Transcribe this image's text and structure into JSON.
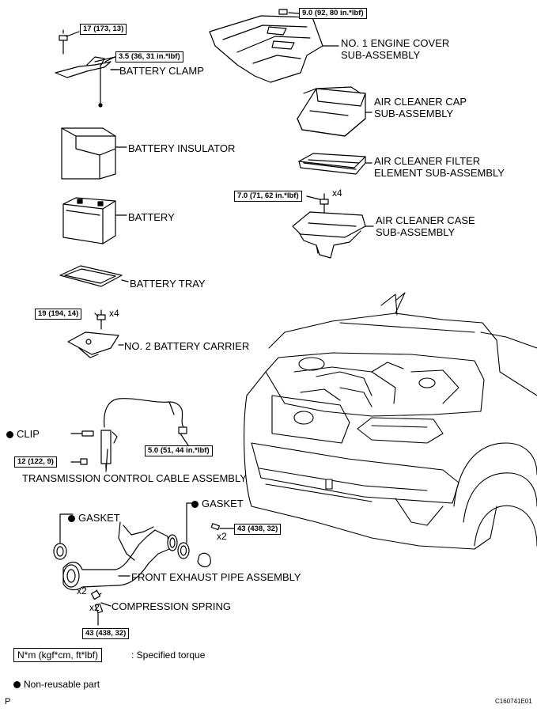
{
  "labels": {
    "engine_cover": [
      "NO. 1 ENGINE COVER",
      "SUB-ASSEMBLY"
    ],
    "battery_clamp": "BATTERY CLAMP",
    "air_cleaner_cap": [
      "AIR CLEANER CAP",
      "SUB-ASSEMBLY"
    ],
    "battery_insulator": "BATTERY INSULATOR",
    "air_cleaner_filter": [
      "AIR CLEANER FILTER",
      "ELEMENT SUB-ASSEMBLY"
    ],
    "battery": "BATTERY",
    "air_cleaner_case": [
      "AIR CLEANER CASE",
      "SUB-ASSEMBLY"
    ],
    "battery_tray": "BATTERY TRAY",
    "battery_carrier": "NO. 2 BATTERY CARRIER",
    "clip": "CLIP",
    "transmission_cable": "TRANSMISSION CONTROL CABLE ASSEMBLY",
    "gasket_left": "GASKET",
    "gasket_right": "GASKET",
    "front_exhaust_pipe": "FRONT EXHAUST PIPE ASSEMBLY",
    "compression_spring": "COMPRESSION SPRING"
  },
  "torques": {
    "t1": "17 (173, 13)",
    "t2": "3.5 (36, 31 in.*lbf)",
    "t3": "9.0 (92, 80 in.*lbf)",
    "t4": "7.0 (71, 62 in.*lbf)",
    "t5": "19 (194, 14)",
    "t6": "5.0 (51, 44 in.*lbf)",
    "t7": "12 (122, 9)",
    "t8": "43 (438, 32)",
    "t9": "43 (438, 32)"
  },
  "multipliers": {
    "air_cleaner_bolt": "x4",
    "carrier_bolt": "x4",
    "pipe_bolt_right": "x2",
    "spring_upper": "x2",
    "spring_lower": "x2"
  },
  "legend": {
    "unit": "N*m (kgf*cm, ft*lbf)",
    "unit_desc": ": Specified torque",
    "non_reusable": "Non-reusable part"
  },
  "footer": {
    "left": "P",
    "code": "C160741E01"
  }
}
